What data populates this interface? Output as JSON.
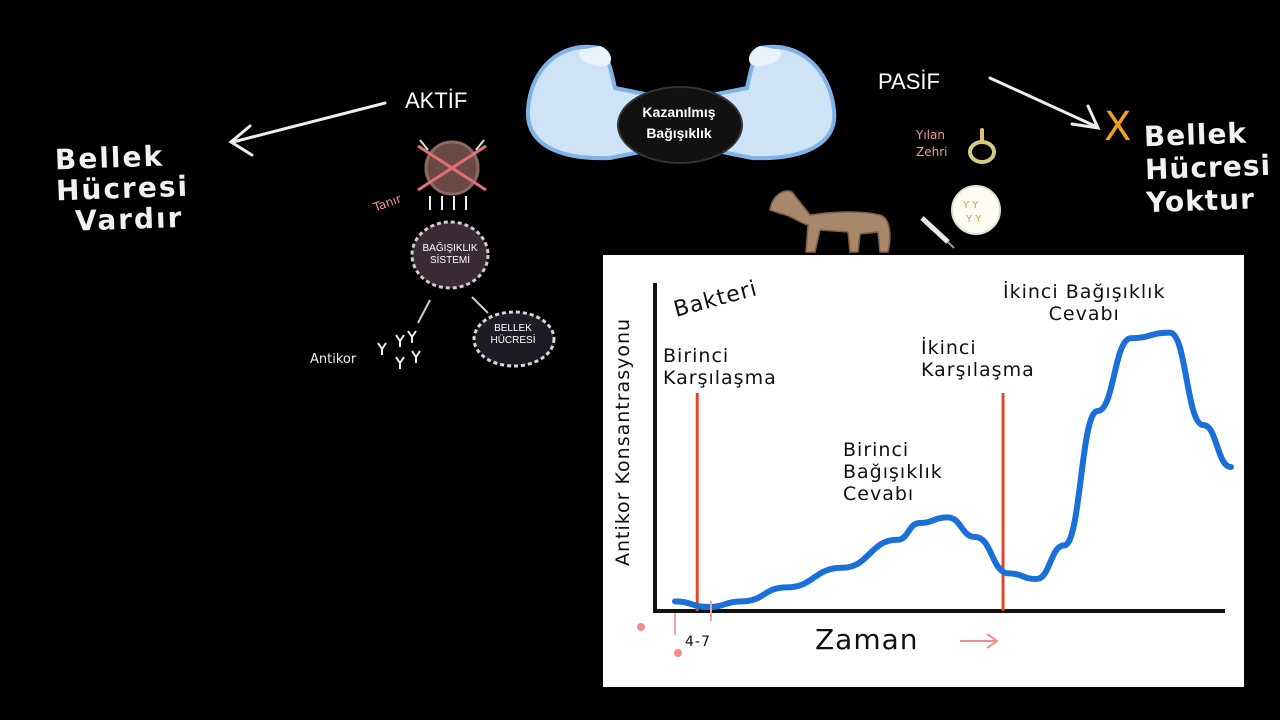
{
  "left": {
    "arrow_label": "AKTİF",
    "lines": [
      "Bellek",
      "Hücresi",
      "Vardır"
    ]
  },
  "right": {
    "arrow_label": "PASİF",
    "x_mark": "X",
    "lines": [
      "Bellek",
      "Hücresi",
      "Yoktur"
    ]
  },
  "center": {
    "title_line1": "Kazanılmış",
    "title_line2": "Bağışıklık"
  },
  "active_diagram": {
    "recognize_label": "Tanır",
    "immune_system_line1": "BAĞIŞIKLIK",
    "immune_system_line2": "SİSTEMİ",
    "memory_cell_line1": "BELLEK",
    "memory_cell_line2": "HÜCRESİ",
    "antibody_label": "Antikor"
  },
  "passive_diagram": {
    "snake_line1": "Yılan",
    "snake_line2": "Zehri"
  },
  "graph": {
    "ylabel": "Antikor Konsantrasyonu",
    "xlabel": "Zaman",
    "bacteria_label": "Bakteri",
    "first_encounter": [
      "Birinci",
      "Karşılaşma"
    ],
    "second_encounter": [
      "İkinci",
      "Karşılaşma"
    ],
    "first_response": [
      "Birinci",
      "Bağışıklık",
      "Cevabı"
    ],
    "second_response": [
      "İkinci Bağışıklık",
      "Cevabı"
    ],
    "tick_label": "4-7",
    "colors": {
      "curve": "#1b6fd8",
      "marker": "#e0482a",
      "axis": "#111111"
    }
  },
  "chart_data": {
    "type": "line",
    "xlabel": "Zaman",
    "ylabel": "Antikor Konsantrasyonu",
    "xlim": [
      0,
      100
    ],
    "ylim": [
      0,
      100
    ],
    "series": [
      {
        "x": [
          0,
          6,
          12,
          20,
          30,
          40,
          44,
          49,
          54,
          60,
          65,
          70,
          76,
          82,
          89,
          95,
          100
        ],
        "values": [
          2,
          0,
          2,
          7,
          14,
          24,
          30,
          32,
          25,
          12,
          10,
          22,
          70,
          96,
          98,
          65,
          50
        ]
      }
    ],
    "events": [
      {
        "x": 4,
        "label": "Birinci Karşılaşma"
      },
      {
        "x": 59,
        "label": "İkinci Karşılaşma"
      }
    ]
  }
}
